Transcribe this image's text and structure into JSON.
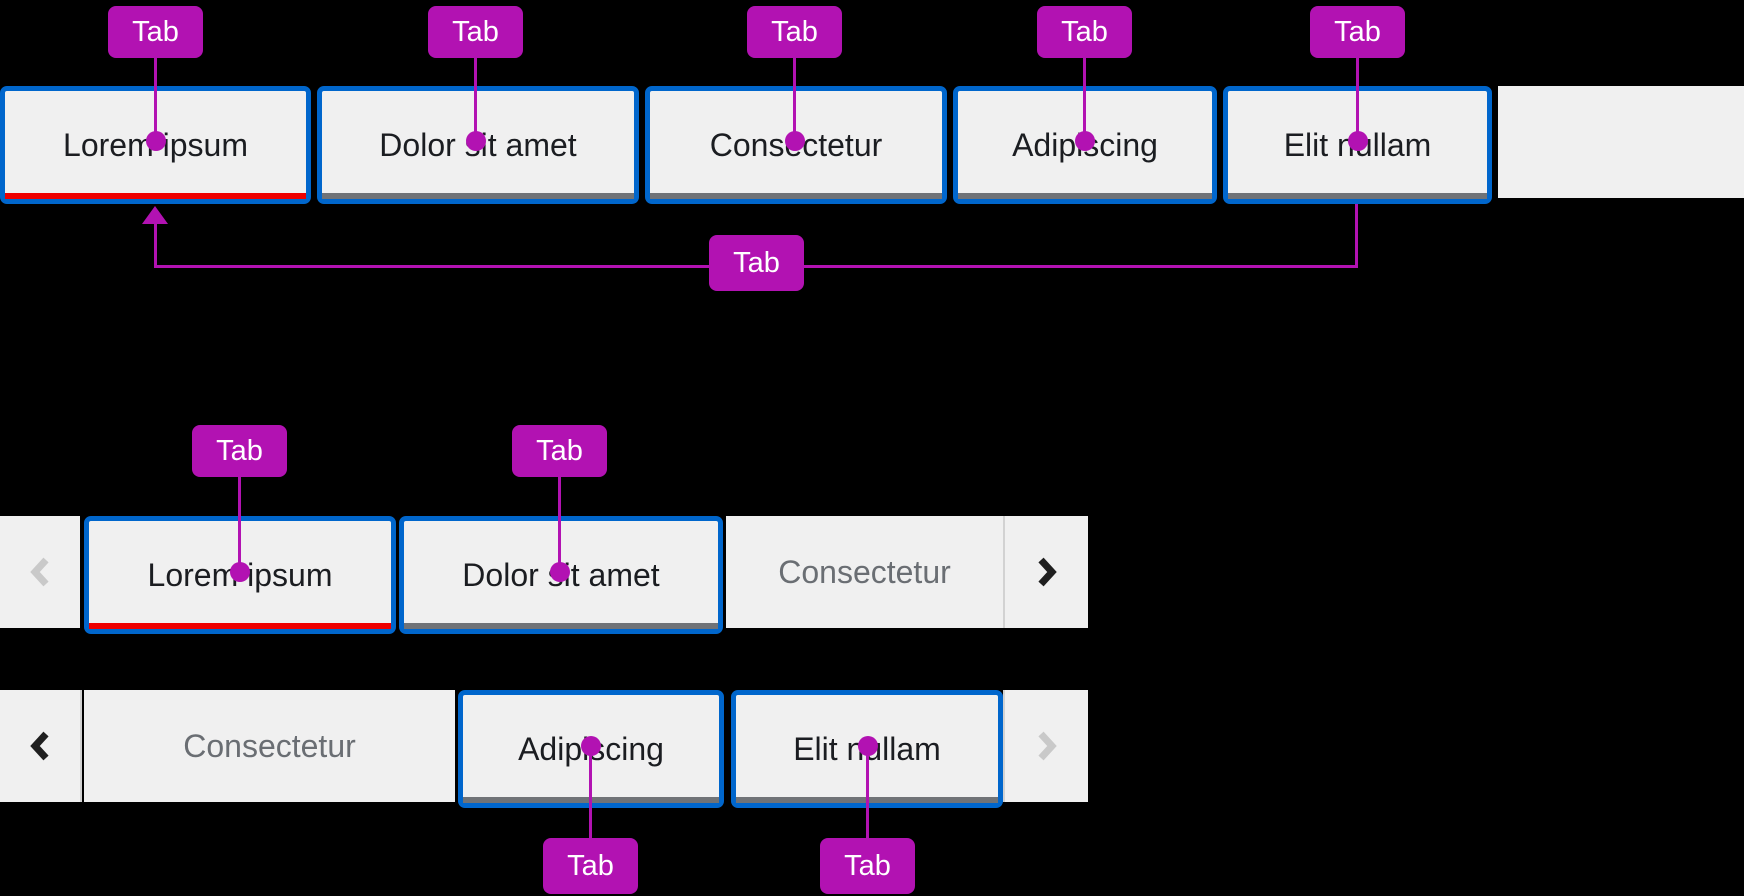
{
  "annotation": {
    "label": "Tab",
    "color": "#B212B2",
    "description_visible": "magenta callout badges with leader lines and dots marking each Tab element"
  },
  "colors": {
    "page_background": "#000000",
    "tab_background": "#f0f0f0",
    "tab_bounding_border": "#0066CC",
    "active_tab_underline": "#EE0000",
    "inactive_tab_underline": "#707377",
    "tab_text": "#1b1d21",
    "overflow_tab_text": "#6a6e73",
    "divider": "#d2d2d2",
    "chevron_enabled": "#1f1f1f",
    "chevron_disabled": "#c9c9c9"
  },
  "rows": {
    "top": {
      "tabs": [
        {
          "label": "Lorem ipsum",
          "active": true
        },
        {
          "label": "Dolor sit amet",
          "active": false
        },
        {
          "label": "Consectetur",
          "active": false
        },
        {
          "label": "Adipiscing",
          "active": false
        },
        {
          "label": "Elit nullam",
          "active": false
        }
      ]
    },
    "middle": {
      "scroll_left_disabled": true,
      "scroll_right_disabled": false,
      "tabs": [
        {
          "label": "Lorem ipsum",
          "active": true
        },
        {
          "label": "Dolor sit amet",
          "active": false
        }
      ],
      "overflow_label": "Consectetur"
    },
    "bottom": {
      "scroll_left_disabled": false,
      "scroll_right_disabled": true,
      "overflow_label": "Consectetur",
      "tabs": [
        {
          "label": "Adipiscing",
          "active": false
        },
        {
          "label": "Elit nullam",
          "active": false
        }
      ]
    }
  }
}
